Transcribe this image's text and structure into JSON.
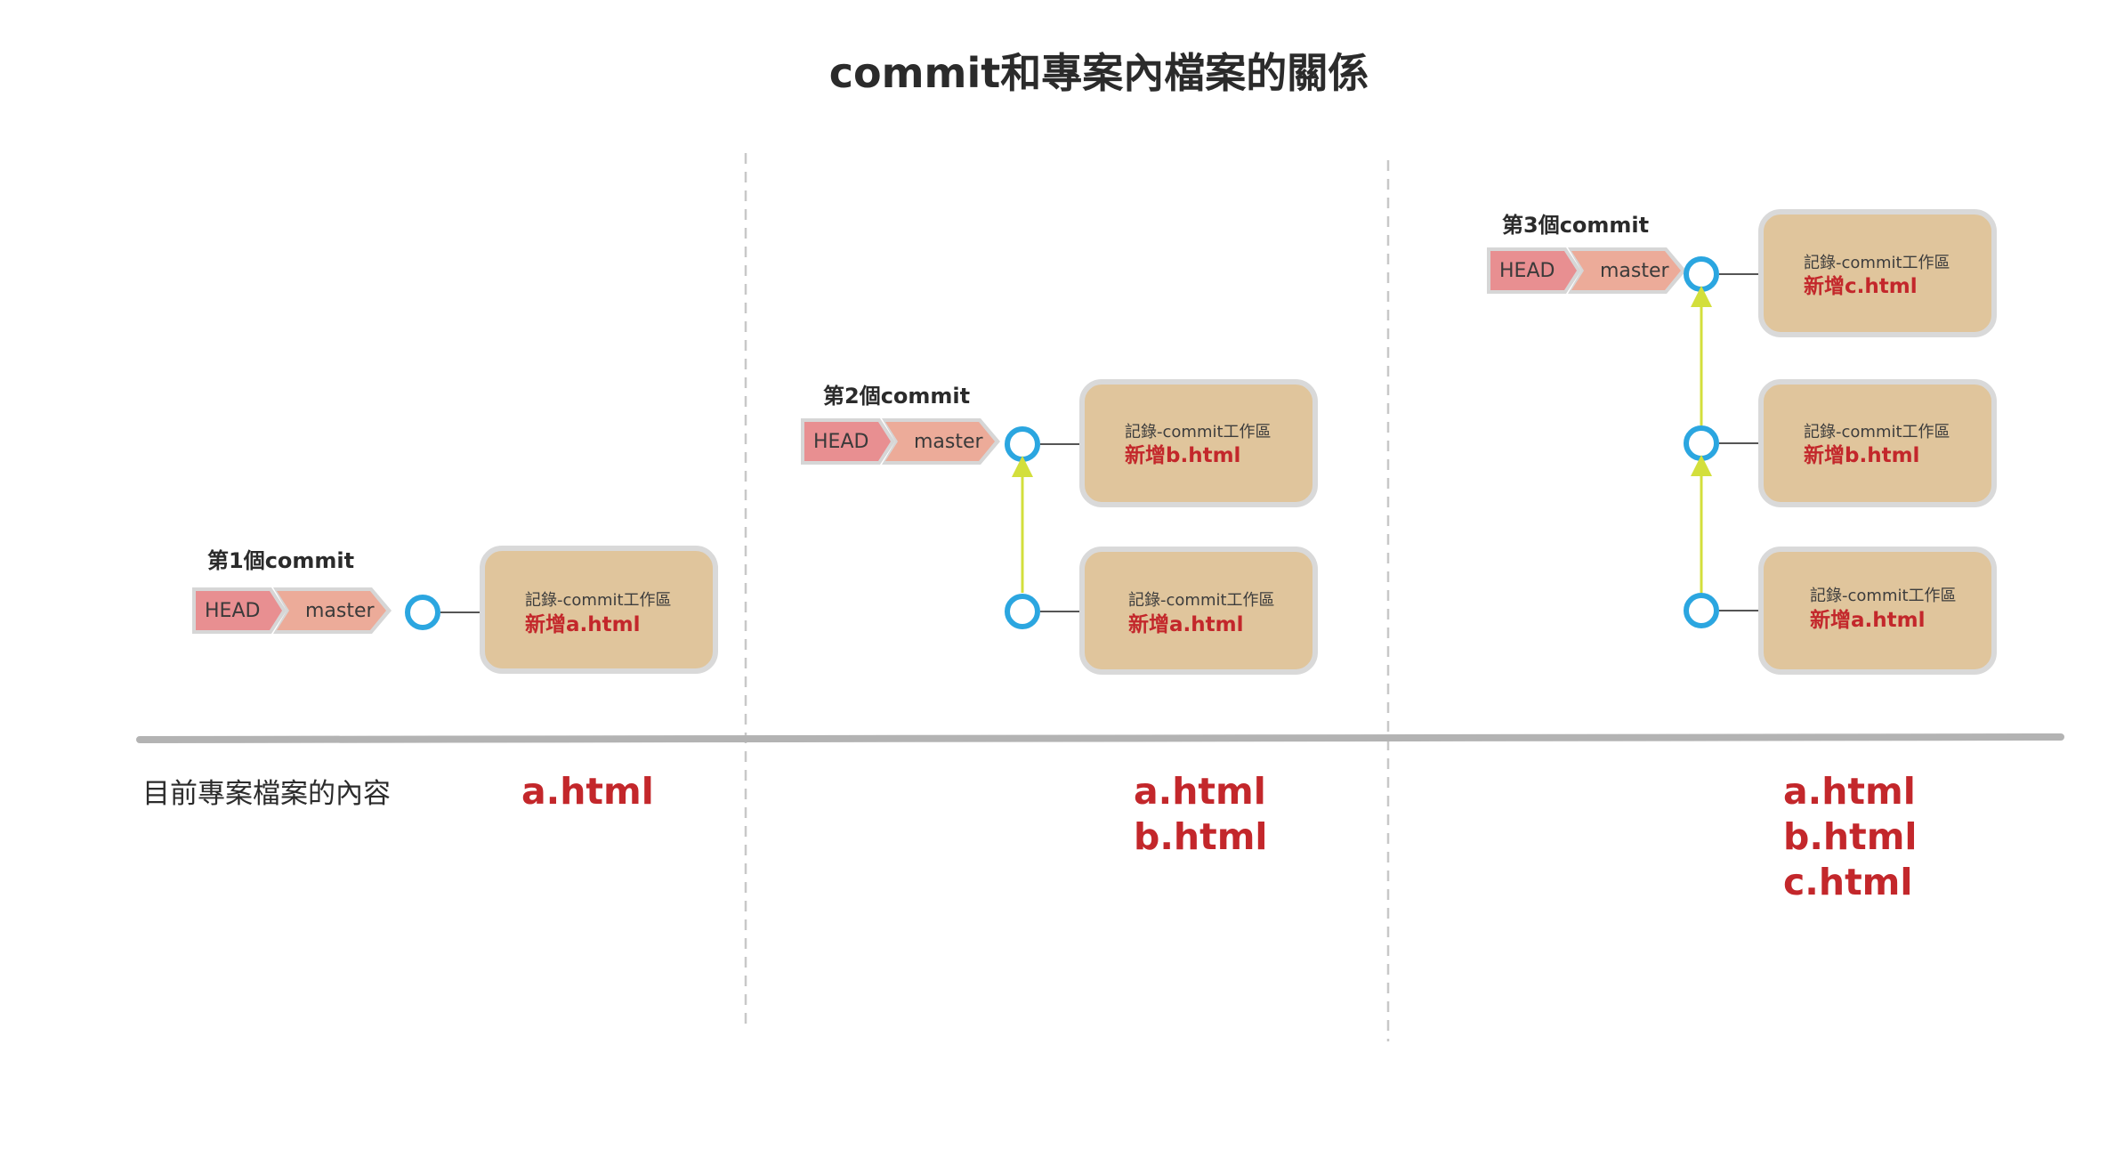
{
  "title": "commit和專案內檔案的關係",
  "section_label": "目前專案檔案的內容",
  "tags": {
    "head": "HEAD",
    "branch": "master"
  },
  "panels": [
    {
      "commit_label": "第1個commit",
      "commits": [
        {
          "line1": "記錄-commit工作區",
          "line2": "新增a.html"
        }
      ],
      "files": [
        "a.html"
      ]
    },
    {
      "commit_label": "第2個commit",
      "commits": [
        {
          "line1": "記錄-commit工作區",
          "line2": "新增b.html"
        },
        {
          "line1": "記錄-commit工作區",
          "line2": "新增a.html"
        }
      ],
      "files": [
        "a.html",
        "b.html"
      ]
    },
    {
      "commit_label": "第3個commit",
      "commits": [
        {
          "line1": "記錄-commit工作區",
          "line2": "新增c.html"
        },
        {
          "line1": "記錄-commit工作區",
          "line2": "新增b.html"
        },
        {
          "line1": "記錄-commit工作區",
          "line2": "新增a.html"
        }
      ],
      "files": [
        "a.html",
        "b.html",
        "c.html"
      ]
    }
  ],
  "colors": {
    "head_tag": "#e88f91",
    "branch_tag": "#ecab99",
    "card_fill": "#e0c59c",
    "card_border": "#d9d9d9",
    "node_stroke": "#2ba6e0",
    "link_line": "#d3df3c",
    "file_text": "#c3272b"
  }
}
